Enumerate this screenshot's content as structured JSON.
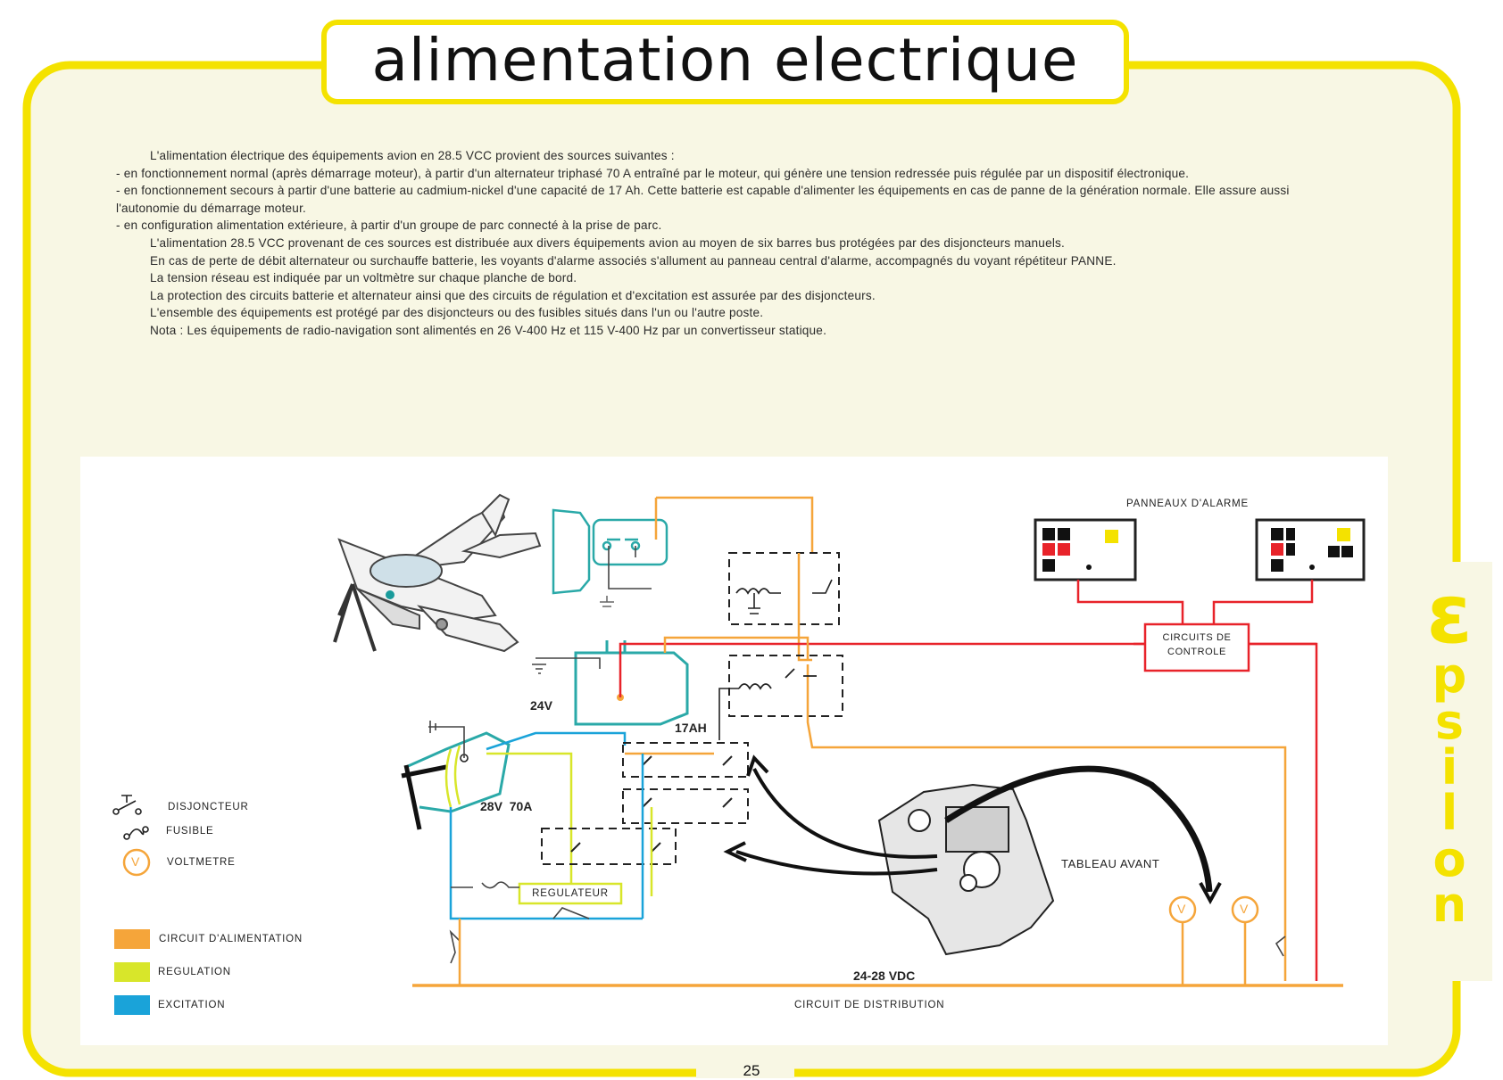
{
  "page": {
    "title": "alimentation electrique",
    "page_number": "25",
    "brand": [
      "ɛ",
      "p",
      "s",
      "i",
      "l",
      "o",
      "n"
    ]
  },
  "body": {
    "paragraphs": [
      "L'alimentation électrique des équipements avion en 28.5 VCC provient des sources suivantes :",
      "- en fonctionnement normal (après démarrage moteur), à partir d'un alternateur triphasé 70 A entraîné par le moteur, qui génère une tension redressée puis régulée par un dispositif électronique.",
      "- en fonctionnement secours à partir d'une batterie au cadmium-nickel d'une capacité de 17 Ah. Cette batterie est capable d'alimenter les équipements en cas de panne de la génération normale. Elle assure aussi l'autonomie du démarrage moteur.",
      "- en configuration alimentation extérieure, à partir d'un groupe de parc connecté à la prise de parc.",
      "L'alimentation 28.5 VCC provenant de ces sources est distribuée aux divers équipements avion au moyen de six barres bus protégées par des disjoncteurs manuels.",
      "En cas de perte de débit alternateur ou surchauffe batterie, les voyants d'alarme associés s'allument au panneau central d'alarme, accompagnés du voyant répétiteur PANNE.",
      "La tension réseau est indiquée par un voltmètre sur chaque planche de bord.",
      "La protection des circuits batterie et alternateur ainsi que des circuits de régulation et d'excitation est assurée par des disjoncteurs.",
      "L'ensemble des équipements est protégé par des disjoncteurs ou des fusibles situés dans l'un ou l'autre poste.",
      "Nota : Les équipements de radio-navigation sont alimentés en 26 V-400 Hz et 115 V-400 Hz par un convertisseur statique."
    ]
  },
  "diagram": {
    "labels": {
      "panneaux_alarme": "PANNEAUX D'ALARME",
      "circuits_controle_1": "CIRCUITS DE",
      "circuits_controle_2": "CONTROLE",
      "battery_voltage": "24V",
      "battery_capacity": "17AH",
      "alternator": "28V  70A",
      "regulateur": "REGULATEUR",
      "tableau_avant": "TABLEAU AVANT",
      "bus_voltage": "24-28 VDC",
      "circuit_distribution": "CIRCUIT DE DISTRIBUTION",
      "voltmeter_symbol": "V"
    },
    "legend": {
      "symbols": [
        {
          "icon": "breaker-icon",
          "label": "DISJONCTEUR"
        },
        {
          "icon": "fuse-icon",
          "label": "FUSIBLE"
        },
        {
          "icon": "voltmeter-icon",
          "label": "VOLTMETRE"
        }
      ],
      "circuits": [
        {
          "label": "CIRCUIT D'ALIMENTATION",
          "color": "#f5a53a"
        },
        {
          "label": "REGULATION",
          "color": "#d8e62a"
        },
        {
          "label": "EXCITATION",
          "color": "#1aa3d9"
        }
      ]
    },
    "colors": {
      "frame_yellow": "#f4e200",
      "alimentation": "#f5a53a",
      "regulation": "#d8e62a",
      "excitation": "#1aa3d9",
      "controle": "#e8232a",
      "battery": "#2aa9a8"
    }
  }
}
